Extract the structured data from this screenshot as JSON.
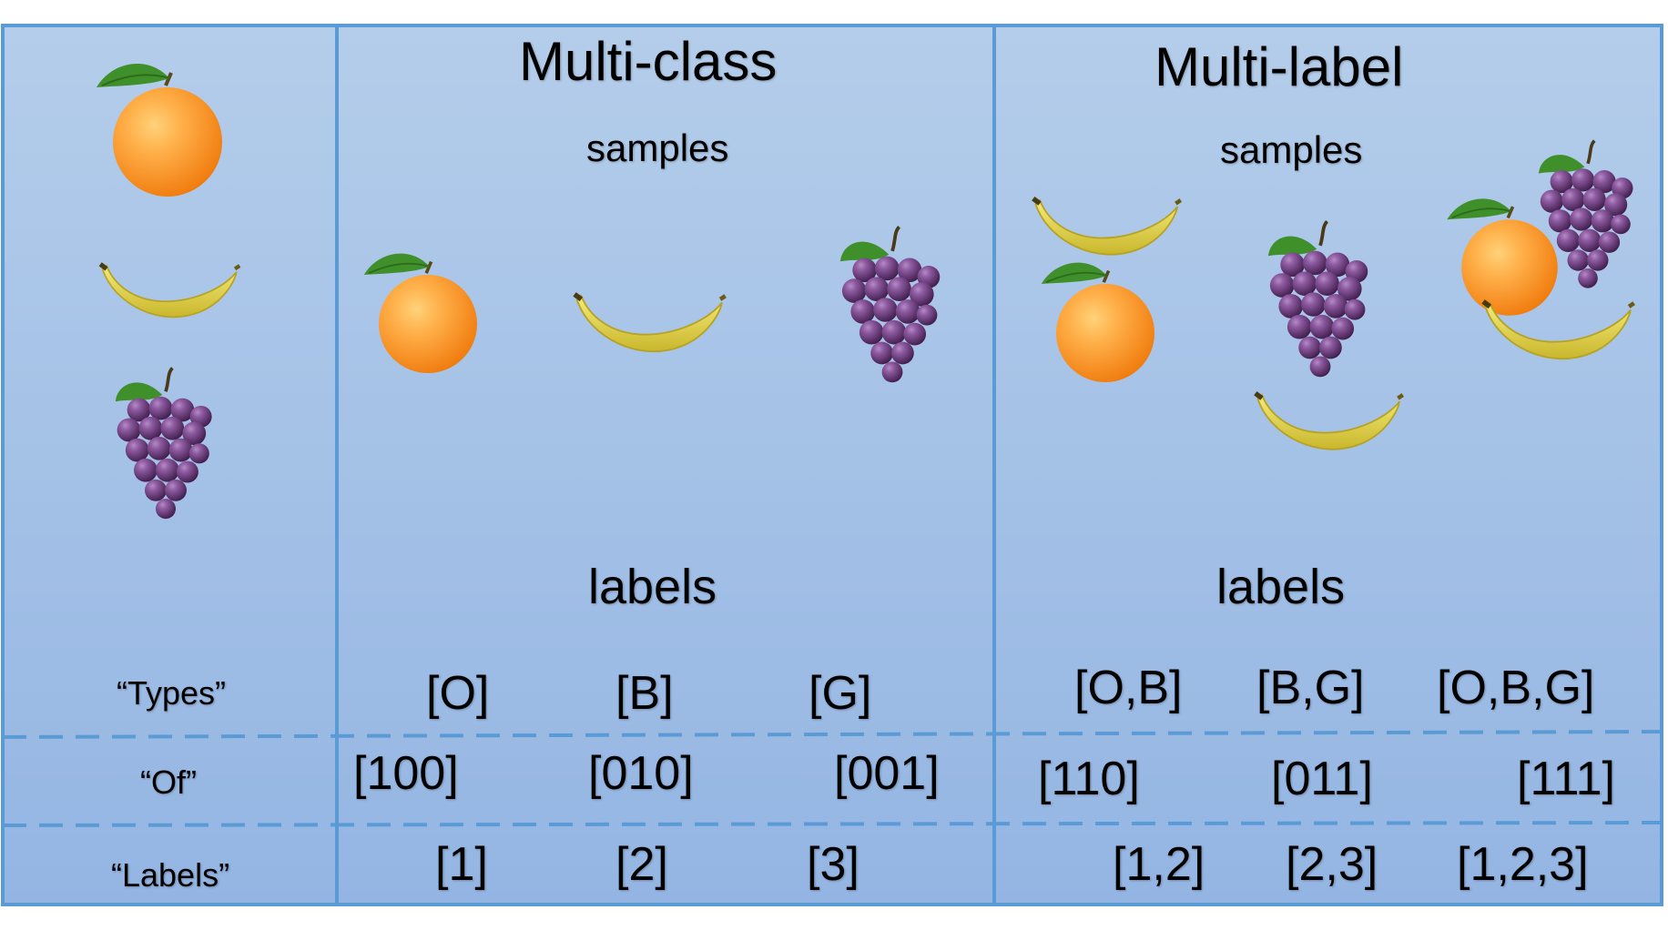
{
  "colors": {
    "panel_top": "#b4cdea",
    "panel_bottom": "#94b5e3",
    "border": "#5b9bd5",
    "orange_light": "#ffb04a",
    "orange_dark": "#f07a0c",
    "banana_light": "#f4ea7a",
    "banana_dark": "#c9b72c",
    "grape_light": "#8d5aa0",
    "grape_dark": "#3d1b49",
    "leaf": "#3f8f2a"
  },
  "icons": [
    "orange-icon",
    "banana-icon",
    "grapes-icon"
  ],
  "left": {
    "row_names": [
      "“Types”",
      "“Of”",
      "“Labels”"
    ]
  },
  "multiclass": {
    "title": "Multi-class",
    "samples_label": "samples",
    "labels_label": "labels",
    "types": [
      "[O]",
      "[B]",
      "[G]"
    ],
    "of": [
      "[100]",
      "[010]",
      "[001]"
    ],
    "labels": [
      "[1]",
      "[2]",
      "[3]"
    ]
  },
  "multilabel": {
    "title": "Multi-label",
    "samples_label": "samples",
    "labels_label": "labels",
    "types": [
      "[O,B]",
      "[B,G]",
      "[O,B,G]"
    ],
    "of": [
      "[110]",
      "[011]",
      "[111]"
    ],
    "labels": [
      "[1,2]",
      "[2,3]",
      "[1,2,3]"
    ]
  }
}
